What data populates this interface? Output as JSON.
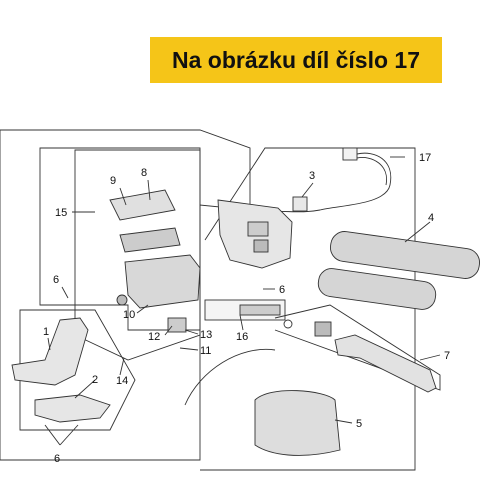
{
  "banner": {
    "text": "Na obrázku díl číslo 17",
    "color": "#f5c518"
  },
  "callouts": {
    "c1": "1",
    "c2": "2",
    "c3": "3",
    "c4": "4",
    "c5": "5",
    "c6a": "6",
    "c6b": "6",
    "c6c": "6",
    "c7": "7",
    "c8": "8",
    "c9": "9",
    "c10": "10",
    "c11": "11",
    "c12": "12",
    "c13": "13",
    "c14": "14",
    "c15": "15",
    "c16": "16",
    "c17": "17"
  },
  "highlighted_part": "17"
}
